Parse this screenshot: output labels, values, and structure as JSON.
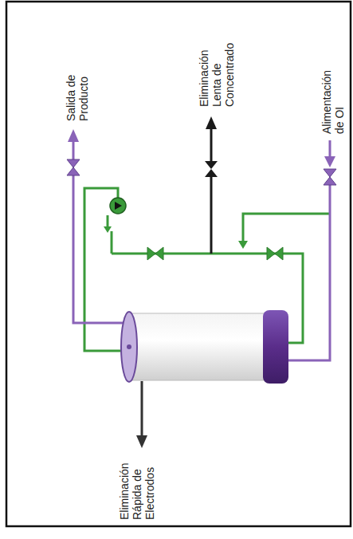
{
  "diagram": {
    "labels": [
      "Salida de Producto",
      "Eliminación Lenta de Concentrado",
      "Alimentación de OI",
      "Eliminación Rápida de Electrodos"
    ]
  }
}
